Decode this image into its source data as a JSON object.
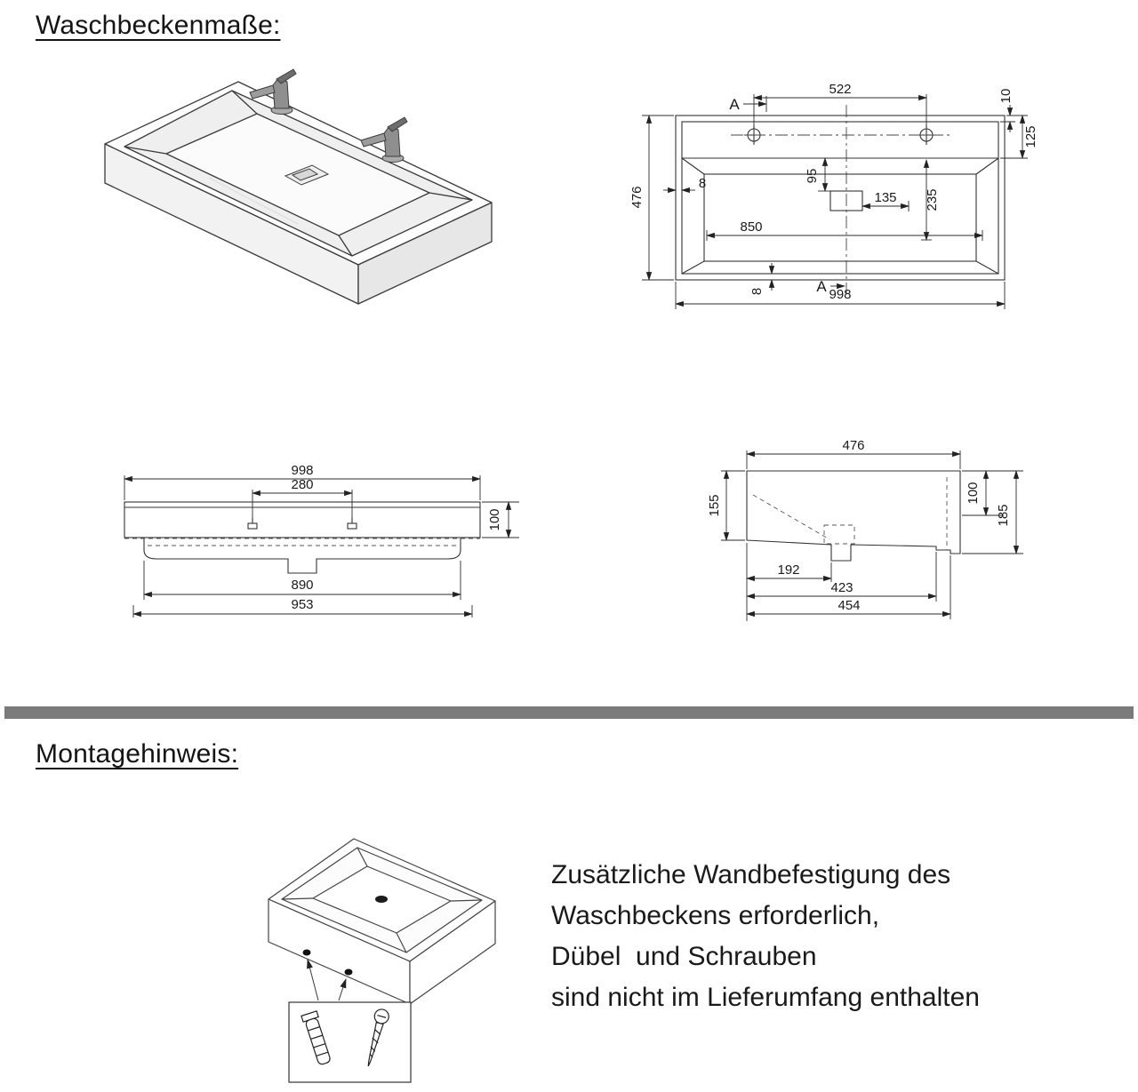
{
  "sections": {
    "dimensions_title": "Waschbeckenmaße:",
    "mounting_title": "Montagehinweis:"
  },
  "top_view": {
    "tap_spacing": "522",
    "rim_top": "10",
    "deck_depth": "125",
    "total_depth": "476",
    "rim_left": "8",
    "drain_offset": "95",
    "drain_width": "135",
    "basin_depth": "235",
    "basin_width": "850",
    "rim_bottom": "8",
    "total_width": "998",
    "section_top": "A",
    "section_bottom": "A"
  },
  "front_view": {
    "total_width": "998",
    "tap_spacing": "280",
    "body_height": "100",
    "basin_width": "890",
    "base_width": "953"
  },
  "side_view": {
    "total_depth": "476",
    "front_height": "155",
    "back_height": "100",
    "total_height": "185",
    "drain_depth": "192",
    "base_depth_inner": "423",
    "base_depth": "454"
  },
  "mounting": {
    "note_lines": [
      "Zusätzliche Wandbefestigung des",
      "Waschbeckens erforderlich,",
      "Dübel  und Schrauben",
      "sind nicht im Lieferumfang enthalten"
    ]
  }
}
